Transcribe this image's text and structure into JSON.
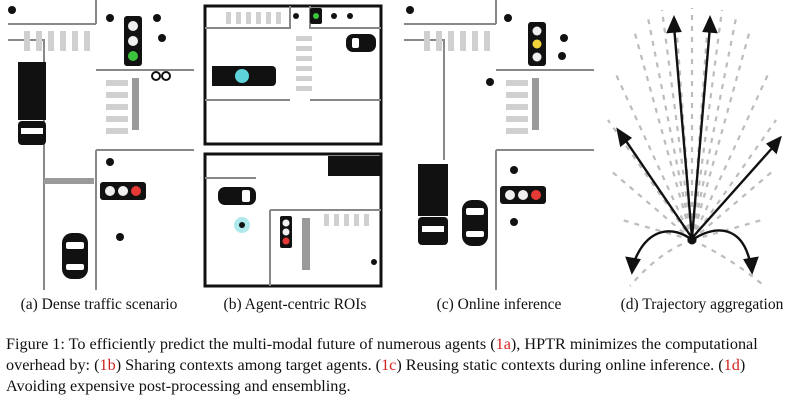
{
  "subfigures": [
    {
      "id": "a",
      "label": "(a) Dense traffic scenario"
    },
    {
      "id": "b",
      "label": "(b) Agent-centric ROIs"
    },
    {
      "id": "c",
      "label": "(c) Online inference"
    },
    {
      "id": "d",
      "label": "(d) Trajectory aggregation"
    }
  ],
  "caption": {
    "prefix": "Figure 1: To efficiently predict the multi-modal future of numerous agents (",
    "ref1": "1a",
    "mid1": "), HPTR minimizes the computational overhead by: (",
    "ref2": "1b",
    "mid2": ") Sharing contexts among target agents. (",
    "ref3": "1c",
    "mid3": ") Reusing static contexts during online inference. (",
    "ref4": "1d",
    "suffix": ") Avoiding expensive post-processing and ensembling."
  },
  "colors": {
    "caption_ref": "#d0231f",
    "highlight": "#5fd3da",
    "light_red": "#e53935",
    "light_green": "#3dc43d",
    "light_yellow": "#f2d43a"
  },
  "icons": [
    "car-icon",
    "truck-icon",
    "pedestrian-icon",
    "cyclist-icon",
    "traffic-light-icon",
    "crosswalk-icon",
    "arrow-icon"
  ]
}
